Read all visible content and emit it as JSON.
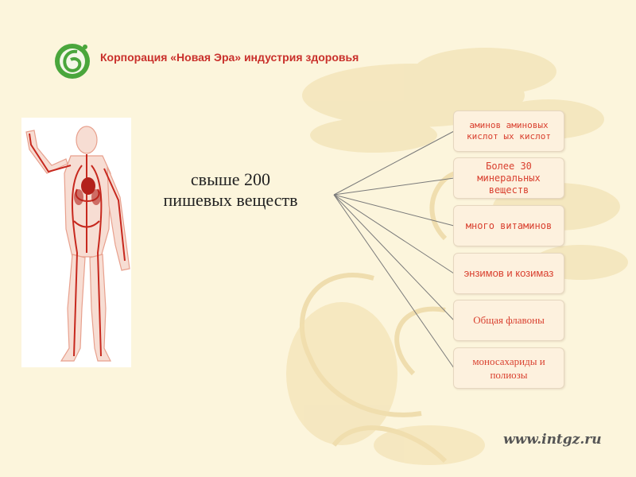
{
  "header": {
    "company_name": "Корпорация «Новая Эра» индустрия здоровья",
    "logo_icon": "new-era-logo-icon"
  },
  "figure": {
    "icon": "human-circulatory-system-icon"
  },
  "center": {
    "line1": "свыше 200",
    "line2": "пишевых веществ"
  },
  "boxes": [
    {
      "label": "аминов аминовых кислот ых кислот"
    },
    {
      "label": "Более 30 минеральных веществ"
    },
    {
      "label": "много витаминов"
    },
    {
      "label": "энзимов и козимаз"
    },
    {
      "label": "Общая флавоны"
    },
    {
      "label": "моносахариды и полиозы"
    }
  ],
  "footer": {
    "url": "www.intgz.ru"
  },
  "colors": {
    "background": "#fcf5dc",
    "box_text": "#d9402f",
    "brand_red": "#c9302b",
    "logo_green": "#4aa63c"
  }
}
